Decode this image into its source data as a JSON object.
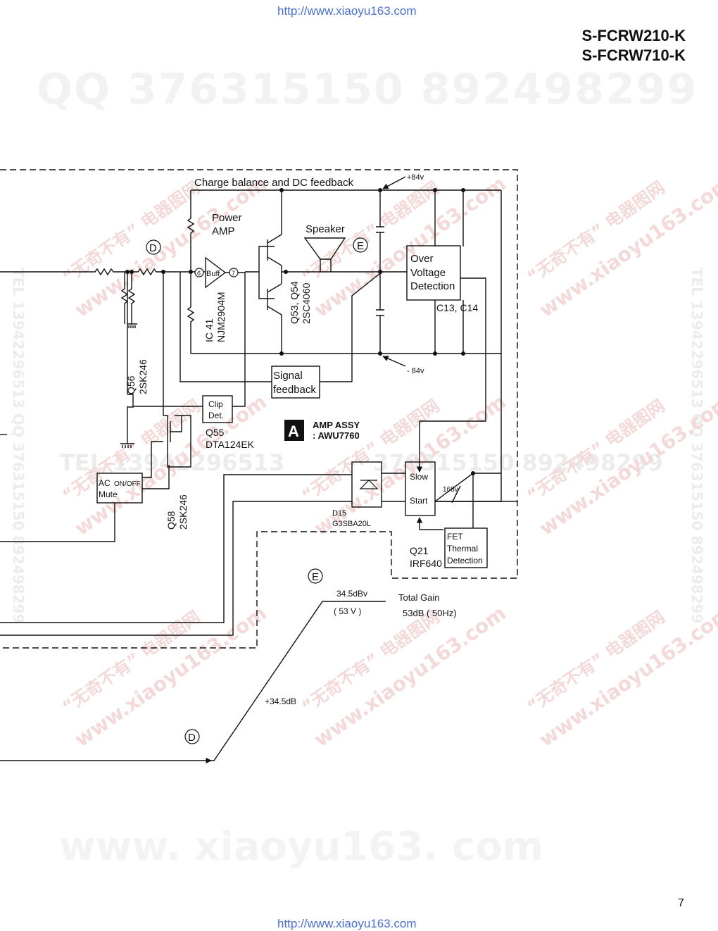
{
  "header": {
    "url_top": "http://www.xiaoyu163.com",
    "models": [
      "S-FCRW210-K",
      "S-FCRW710-K"
    ]
  },
  "watermarks": {
    "qq_line": "QQ 376315150    892498299",
    "tel_line": "TEL 13942296513",
    "qq_line2": "376315150   892498299",
    "vertical": "TEL 13942296513 QQ 376315150 892498299",
    "bottom": "www. xiaoyu163. com",
    "diag_cn": "“无奇不有” 电器图网",
    "diag_url": "www.xiaoyu163.com"
  },
  "schematic": {
    "top_caption": "Charge balance and DC feedback",
    "v_plus84": "+84v",
    "v_minus84": "- 84v",
    "power_amp": [
      "Power",
      "AMP"
    ],
    "speaker": "Speaker",
    "buff": "Buff",
    "pin6": "6",
    "pin7": "7",
    "ic41": [
      "IC 41",
      "NJM2904M"
    ],
    "q53": [
      "Q53, Q54",
      "2SC4060"
    ],
    "over_voltage": [
      "Over",
      "Voltage",
      "Detection"
    ],
    "c13": "C13, C14",
    "q56": [
      "Q56",
      "2SK246"
    ],
    "signal_feedback": [
      "Signal",
      "feedback"
    ],
    "clip_det": [
      "Clip",
      "Det."
    ],
    "q55": [
      "Q55",
      "DTA124EK"
    ],
    "amp_assy_letter": "A",
    "amp_assy": [
      "AMP ASSY",
      ": AWU7760"
    ],
    "ac_mute": [
      "AC",
      "ON/OFF",
      "Mute"
    ],
    "q58": [
      "Q58",
      "2SK246"
    ],
    "d15": [
      "D15",
      "G3SBA20L"
    ],
    "slow_start": [
      "Slow",
      "Start"
    ],
    "v168": "168v",
    "fet": [
      "FET",
      "Thermal",
      "Detection"
    ],
    "q21": [
      "Q21",
      "IRF640"
    ],
    "marker_d": "D",
    "marker_e": "E"
  },
  "gain_graph": {
    "level_dbv": "34.5dBv",
    "level_v": "( 53 V )",
    "total_gain_label": "Total Gain",
    "total_gain_value": "53dB ( 50Hz)",
    "slope_label": "+34.5dB",
    "marker_e": "E",
    "marker_d": "D"
  },
  "footer": {
    "page_number": "7",
    "url_bottom": "http://www.xiaoyu163.com"
  }
}
